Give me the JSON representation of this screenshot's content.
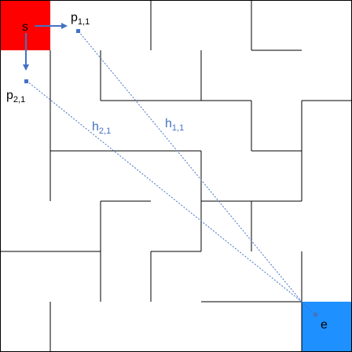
{
  "maze": {
    "start_label": "s",
    "end_label": "e",
    "start_color": "#ff0000",
    "end_color": "#1e90ff",
    "wall_color": "#000000",
    "path_color": "#4472c4"
  },
  "labels": {
    "p11": {
      "base": "p",
      "sub": "1,1"
    },
    "p21": {
      "base": "p",
      "sub": "2,1"
    },
    "h11": {
      "base": "h",
      "sub": "1,1"
    },
    "h21": {
      "base": "h",
      "sub": "2,1"
    }
  }
}
